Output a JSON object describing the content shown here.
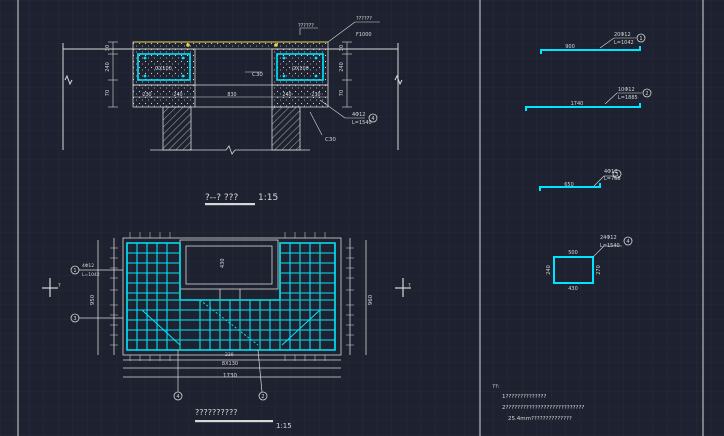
{
  "colors": {
    "background": "#1e2230",
    "grid": "#2a3040",
    "line": "#d8d8d8",
    "cyan": "#00e5ff",
    "yellow": "#e6d64a",
    "green": "#4cc05a"
  },
  "section": {
    "title": "?--?  ???",
    "scale": "1:15",
    "top_note": "??????",
    "side_top": "??????",
    "side_sub": "F1000",
    "block_label": "GX100",
    "c_label": "C30",
    "c_label2": "C30",
    "dims_left": [
      "30",
      "240",
      "70"
    ],
    "dims_right": [
      "30",
      "240",
      "70"
    ],
    "bottom_dims": [
      "230",
      "240",
      "830",
      "240",
      "230"
    ],
    "callout_num": "4",
    "callout_text_1": "4Φ12",
    "callout_text_2": "L=1540"
  },
  "plan": {
    "title": "??????????",
    "scale": "1:15",
    "width_total": "1730",
    "width_inner": "8X130",
    "height_total": "950",
    "height_side": "960",
    "center_dim": "430",
    "inner_dim": "230",
    "callouts": [
      {
        "num": "1",
        "text1": "4Φ12",
        "text2": "L=1042"
      },
      {
        "num": "3",
        "text1": "",
        "text2": ""
      },
      {
        "num": "4",
        "text1": "",
        "text2": ""
      },
      {
        "num": "2",
        "text1": "",
        "text2": ""
      }
    ],
    "side_marker": "?"
  },
  "rebars": [
    {
      "num": "1",
      "label1": "20Φ12",
      "label2": "L=1042",
      "length": "900"
    },
    {
      "num": "2",
      "label1": "10Φ12",
      "label2": "L=1885",
      "length": "1740"
    },
    {
      "num": "3",
      "label1": "4Φ12",
      "label2": "L=768",
      "length": "650"
    },
    {
      "num": "4",
      "label1": "24Φ12",
      "label2": "L=1540",
      "length_top": "500",
      "length_bottom": "430",
      "height_left": "240",
      "height_right": "270"
    }
  ],
  "notes": {
    "heading": "??:",
    "line1": "1??????????????",
    "line2": "2???????????????????????????",
    "line3": "25.4mm??????????????"
  }
}
